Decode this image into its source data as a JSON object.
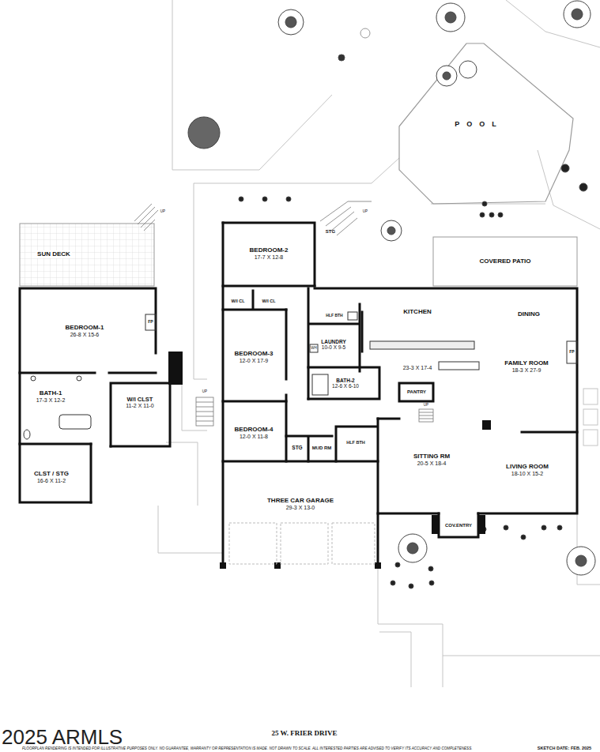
{
  "diagram": {
    "title": "25 W. FRIER DRIVE",
    "nodes": [
      {
        "text": [
          "POOL"
        ]
      },
      {
        "text": [
          "SUN DECK"
        ]
      },
      {
        "text": [
          "STG"
        ]
      },
      {
        "text": [
          "BEDROOM-2",
          "17-7 X 12-8"
        ]
      },
      {
        "text": [
          "COVERED PATIO"
        ]
      },
      {
        "text": [
          "BEDROOM-1",
          "26-8 X 15-6"
        ]
      },
      {
        "text": [
          "W/I CL"
        ]
      },
      {
        "text": [
          "W/I CL"
        ]
      },
      {
        "text": [
          "HLF BTH"
        ]
      },
      {
        "text": [
          "KITCHEN",
          "23-3 X 17-4"
        ]
      },
      {
        "text": [
          "DINING"
        ]
      },
      {
        "text": [
          "LAUNDRY",
          "10-0 X 9-5"
        ]
      },
      {
        "text": [
          "BEDROOM-3",
          "12-0 X 17-9"
        ]
      },
      {
        "text": [
          "FAMILY ROOM",
          "18-3 X 27-9"
        ]
      },
      {
        "text": [
          "BATH-1",
          "17-3 X 12-2"
        ]
      },
      {
        "text": [
          "BATH-2",
          "12-6 X 6-10"
        ]
      },
      {
        "text": [
          "PANTRY"
        ]
      },
      {
        "text": [
          "W/I CLST",
          "11-2 X 11-0"
        ]
      },
      {
        "text": [
          "BEDROOM-4",
          "12-0 X 11-8"
        ]
      },
      {
        "text": [
          "HLF BTH"
        ]
      },
      {
        "text": [
          "STG"
        ]
      },
      {
        "text": [
          "MUD RM"
        ]
      },
      {
        "text": [
          "SITTING RM",
          "20-5 X 18-4"
        ]
      },
      {
        "text": [
          "LIVING ROOM",
          "18-10 X 15-2"
        ]
      },
      {
        "text": [
          "CLST / STG",
          "16-6 X 11-2"
        ]
      },
      {
        "text": [
          "THREE CAR GARAGE",
          "29-3 X 13-0"
        ]
      },
      {
        "text": [
          "COV.ENTRY"
        ]
      }
    ],
    "labels": [
      "FP",
      "FP",
      "UP",
      "UP",
      "UP",
      "UP",
      "WH",
      "2025 ARMLS",
      "FLOORPLAN RENDERING IS INTENDED FOR ILLUSTRATIVE PURPOSES ONLY. NO GUARANTEE, WARRANTY OR REPRESENTATION IS MADE. NOT DRAWN TO SCALE. ALL INTERESTED PARTIES ARE ADVISED TO VERIFY ITS ACCURACY AND COMPLETENESS.",
      "SKETCH DATE: FEB. 2025"
    ]
  }
}
